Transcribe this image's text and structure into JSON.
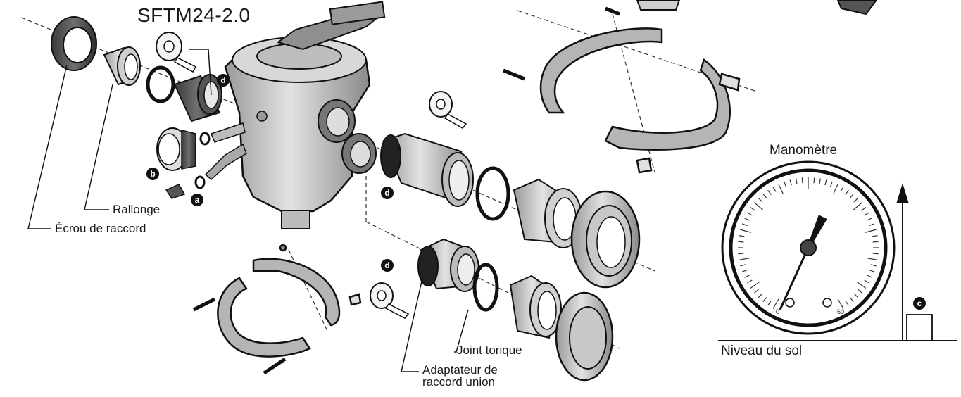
{
  "diagram": {
    "model": "SFTM24-2.0",
    "labels": {
      "rallonge": "Rallonge",
      "ecrou": "Écrou de raccord",
      "joint": "Joint torique",
      "adaptateur_1": "Adaptateur de",
      "adaptateur_2": "raccord union",
      "manometre": "Manomètre",
      "niveau": "Niveau du sol"
    },
    "callouts": {
      "a": "a",
      "b": "b",
      "c": "c",
      "d": "d"
    },
    "gauge": {
      "min_label": "0",
      "max_label": "60"
    }
  }
}
